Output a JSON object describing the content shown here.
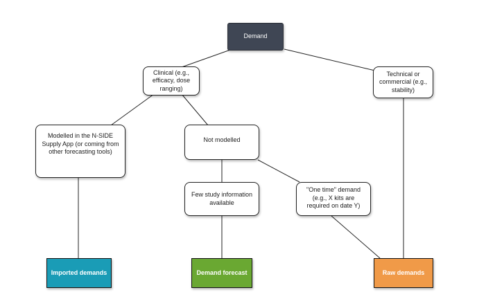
{
  "nodes": {
    "demand": "Demand",
    "clinical": "Clinical (e.g.,\nefficacy, dose\nranging)",
    "technical": "Technical or\ncommercial (e.g.,\nstability)",
    "modelled": "Modelled in the N-SIDE\nSupply App (or coming from\nother forecasting tools)",
    "not_modelled": "Not modelled",
    "few_info": "Few study information\navailable",
    "one_time": "\"One time\" demand\n(e.g., X kits are\nrequired on date Y)",
    "imported": "Imported demands",
    "forecast": "Demand forecast",
    "raw": "Raw demands"
  },
  "colors": {
    "demand_fill": "#3f4654",
    "imported_fill": "#1a9cb6",
    "forecast_fill": "#6aa832",
    "raw_fill": "#f09a48",
    "connector": "#222222"
  }
}
